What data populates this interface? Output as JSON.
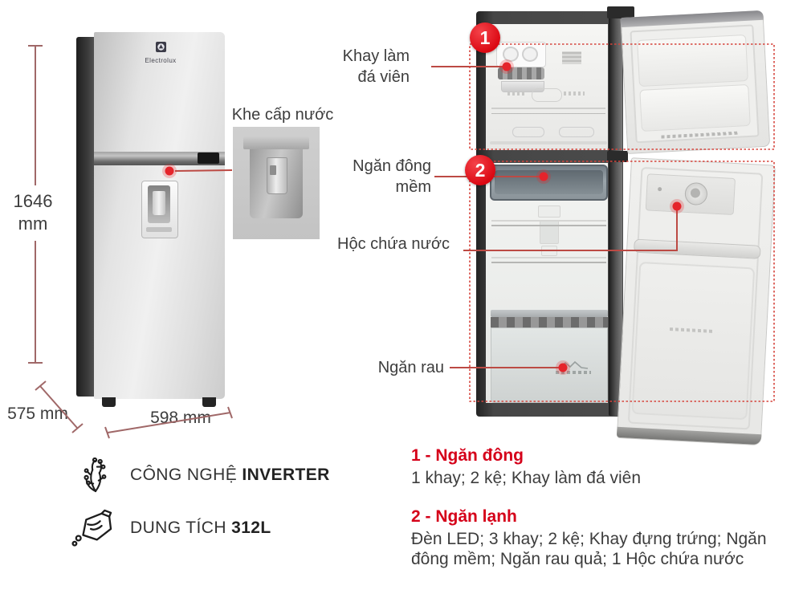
{
  "colors": {
    "accent_red": "#e2242b",
    "legend_red": "#d50019",
    "dimension_line": "#a06868",
    "leader_line": "#bc4a44",
    "text": "#3d3d3d"
  },
  "brand": {
    "logo_text": "Electrolux"
  },
  "dimensions": {
    "height_value": "1646",
    "height_unit": "mm",
    "depth": "575 mm",
    "width": "598 mm"
  },
  "inset": {
    "label": "Khe cấp nước"
  },
  "callouts": {
    "badge_freezer": "1",
    "badge_fridge": "2",
    "ice_tray": {
      "line1": "Khay làm",
      "line2": "đá viên"
    },
    "soft_freeze": {
      "line1": "Ngăn đông",
      "line2": "mềm"
    },
    "water_box": {
      "label": "Hộc chứa nước"
    },
    "veg_drawer": {
      "label": "Ngăn rau"
    }
  },
  "features": [
    {
      "prefix": "CÔNG NGHỆ ",
      "bold": "INVERTER"
    },
    {
      "prefix": "DUNG TÍCH ",
      "bold": "312L"
    }
  ],
  "legend": [
    {
      "title": "1 - Ngăn đông",
      "desc": "1 khay; 2 kệ; Khay làm đá viên"
    },
    {
      "title": "2 - Ngăn lạnh",
      "desc": "Đèn LED; 3 khay; 2 kệ; Khay đựng trứng; Ngăn đông mềm; Ngăn rau quả; 1 Hộc chứa nước"
    }
  ]
}
